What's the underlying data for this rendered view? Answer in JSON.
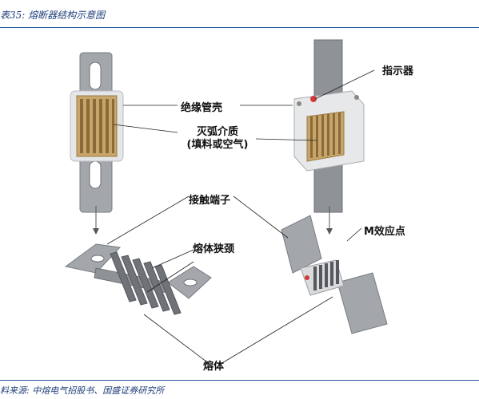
{
  "caption": "表35: 熔断器结构示意图",
  "source": "料来源: 中熔电气招股书、国盛证券研究所",
  "labels": {
    "indicator": "指示器",
    "insulating_tube": "绝缘管壳",
    "arc_medium_line1": "灭弧介质",
    "arc_medium_line2": "(填料或空气)",
    "terminal": "接触端子",
    "neck": "熔体狭颈",
    "m_effect": "M效应点",
    "melt": "熔体"
  },
  "colors": {
    "caption_blue": "#1f3f7a",
    "rule_blue": "#2b5797",
    "metal": "#9da0a4",
    "metal_dark": "#6d7074",
    "filler": "#c8a56a",
    "tube": "#e4e6e8",
    "indicator_red": "#d23a3a"
  }
}
